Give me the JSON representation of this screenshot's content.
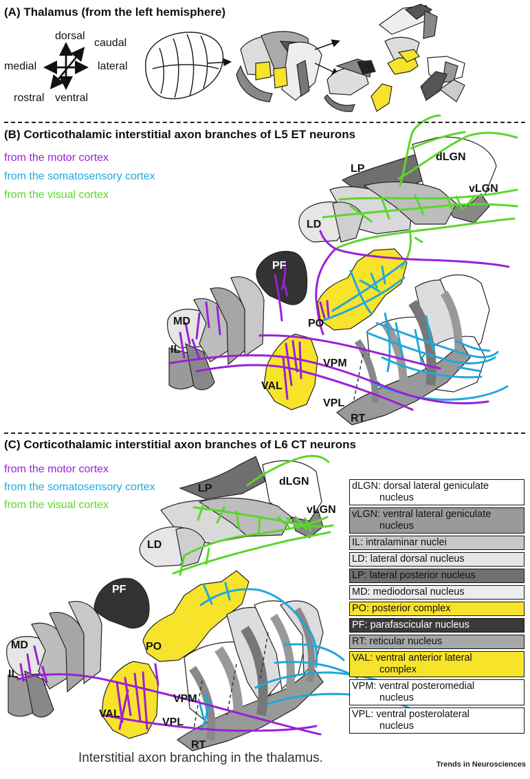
{
  "panel_a": {
    "title": "(A) Thalamus (from the left hemisphere)",
    "axes": {
      "dorsal": "dorsal",
      "caudal": "caudal",
      "medial": "medial",
      "lateral": "lateral",
      "rostral": "rostral",
      "ventral": "ventral"
    }
  },
  "panel_b": {
    "title": "(B) Corticothalamic interstitial axon branches of L5 ET neurons",
    "legend": [
      {
        "text": "from the motor cortex",
        "color": "#9b1fd6"
      },
      {
        "text": "from the somatosensory cortex",
        "color": "#1fa8dc"
      },
      {
        "text": "from the visual cortex",
        "color": "#5bd62b"
      }
    ],
    "labels": {
      "lp": "LP",
      "dlgn": "dLGN",
      "vlgn": "vLGN",
      "ld": "LD",
      "pf": "PF",
      "md": "MD",
      "il": "IL",
      "po": "PO",
      "vpm": "VPM",
      "val": "VAL",
      "vpl": "VPL",
      "rt": "RT"
    }
  },
  "panel_c": {
    "title": "(C) Corticothalamic interstitial axon branches of L6 CT neurons",
    "legend": [
      {
        "text": "from the motor cortex",
        "color": "#9b1fd6"
      },
      {
        "text": "from the somatosensory cortex",
        "color": "#1fa8dc"
      },
      {
        "text": "from the visual cortex",
        "color": "#5bd62b"
      }
    ],
    "labels": {
      "lp": "LP",
      "dlgn": "dLGN",
      "vlgn": "vLGN",
      "ld": "LD",
      "pf": "PF",
      "md": "MD",
      "il": "IL",
      "po": "PO",
      "vpm": "VPM",
      "val": "VAL",
      "vpl": "VPL",
      "rt": "RT"
    }
  },
  "key": [
    {
      "abbr": "dLGN:",
      "desc": "dorsal lateral geniculate",
      "desc2": "nucleus",
      "bg": "#ffffff",
      "fg": "#111111"
    },
    {
      "abbr": "vLGN:",
      "desc": "ventral lateral geniculate",
      "desc2": "nucleus",
      "bg": "#9a9a9a",
      "fg": "#111111"
    },
    {
      "abbr": "IL:",
      "desc": "intralaminar nuclei",
      "desc2": "",
      "bg": "#c8c8c8",
      "fg": "#111111"
    },
    {
      "abbr": "LD:",
      "desc": "lateral dorsal nucleus",
      "desc2": "",
      "bg": "#e6e6e6",
      "fg": "#111111"
    },
    {
      "abbr": "LP:",
      "desc": "lateral posterior nucleus",
      "desc2": "",
      "bg": "#707070",
      "fg": "#111111"
    },
    {
      "abbr": "MD:",
      "desc": "mediodorsal nucleus",
      "desc2": "",
      "bg": "#ececec",
      "fg": "#111111"
    },
    {
      "abbr": "PO:",
      "desc": "posterior complex",
      "desc2": "",
      "bg": "#f7e32a",
      "fg": "#111111"
    },
    {
      "abbr": "PF:",
      "desc": "parafascicular nucleus",
      "desc2": "",
      "bg": "#3a3a3a",
      "fg": "#ffffff"
    },
    {
      "abbr": "RT:",
      "desc": "reticular nucleus",
      "desc2": "",
      "bg": "#a6a6a6",
      "fg": "#111111"
    },
    {
      "abbr": "VAL:",
      "desc": "ventral anterior lateral",
      "desc2": "complex",
      "bg": "#f7e32a",
      "fg": "#111111"
    },
    {
      "abbr": "VPM:",
      "desc": "ventral posteromedial",
      "desc2": "nucleus",
      "bg": "#ffffff",
      "fg": "#111111"
    },
    {
      "abbr": "VPL:",
      "desc": "ventral posterolateral",
      "desc2": "nucleus",
      "bg": "#ffffff",
      "fg": "#111111"
    }
  ],
  "caption": "Interstitial axon branching in the thalamus.",
  "brand": "Trends in Neurosciences",
  "colors": {
    "motor": "#9b1fd6",
    "somatosensory": "#1fa8dc",
    "visual": "#5bd62b",
    "yellow": "#f7e32a"
  }
}
